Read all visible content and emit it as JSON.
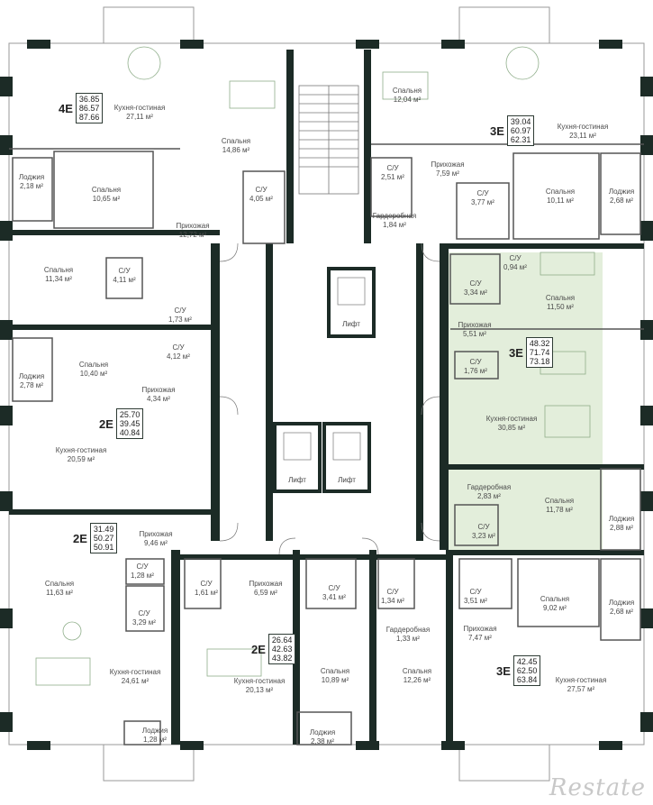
{
  "plan": {
    "highlight_color": "#e3eedb",
    "wall_color": "#1c2b26",
    "apartments": [
      {
        "id": "4e-top-left",
        "code": "4E",
        "areas": [
          "36.85",
          "86.57",
          "87.66"
        ]
      },
      {
        "id": "3e-top-right",
        "code": "3E",
        "areas": [
          "39.04",
          "60.97",
          "62.31"
        ]
      },
      {
        "id": "3e-highlight",
        "code": "3E",
        "areas": [
          "48.32",
          "71.74",
          "73.18"
        ],
        "highlighted": true
      },
      {
        "id": "2e-mid-left",
        "code": "2E",
        "areas": [
          "25.70",
          "39.45",
          "40.84"
        ]
      },
      {
        "id": "2e-low-left",
        "code": "2E",
        "areas": [
          "31.49",
          "50.27",
          "50.91"
        ]
      },
      {
        "id": "2e-bottom-center",
        "code": "2E",
        "areas": [
          "26.64",
          "42.63",
          "43.82"
        ]
      },
      {
        "id": "3e-bottom-right",
        "code": "3E",
        "areas": [
          "42.45",
          "62.50",
          "63.84"
        ]
      }
    ],
    "rooms": [
      {
        "name": "Кухня-гостиная",
        "area": "27,11 м²"
      },
      {
        "name": "Спальня",
        "area": "14,86 м²"
      },
      {
        "name": "Спальня",
        "area": "12,04 м²"
      },
      {
        "name": "Кухня-гостиная",
        "area": "23,11 м²"
      },
      {
        "name": "Лоджия",
        "area": "2,18 м²"
      },
      {
        "name": "Спальня",
        "area": "10,65 м²"
      },
      {
        "name": "С/У",
        "area": "4,05 м²"
      },
      {
        "name": "С/У",
        "area": "2,51 м²"
      },
      {
        "name": "Прихожая",
        "area": "7,59 м²"
      },
      {
        "name": "С/У",
        "area": "3,77 м²"
      },
      {
        "name": "Спальня",
        "area": "10,11 м²"
      },
      {
        "name": "Лоджия",
        "area": "2,68 м²"
      },
      {
        "name": "Прихожая",
        "area": "12,72 м²"
      },
      {
        "name": "Гардеробная",
        "area": "1,84 м²"
      },
      {
        "name": "Спальня",
        "area": "11,34 м²"
      },
      {
        "name": "С/У",
        "area": "4,11 м²"
      },
      {
        "name": "С/У",
        "area": "0,94 м²"
      },
      {
        "name": "С/У",
        "area": "3,34 м²"
      },
      {
        "name": "Спальня",
        "area": "11,50 м²"
      },
      {
        "name": "С/У",
        "area": "1,73 м²"
      },
      {
        "name": "Прихожая",
        "area": "5,51 м²"
      },
      {
        "name": "Спальня",
        "area": "10,40 м²"
      },
      {
        "name": "С/У",
        "area": "4,12 м²"
      },
      {
        "name": "Лоджия",
        "area": "2,78 м²"
      },
      {
        "name": "С/У",
        "area": "1,76 м²"
      },
      {
        "name": "Прихожая",
        "area": "4,34 м²"
      },
      {
        "name": "Кухня-гостиная",
        "area": "30,85 м²"
      },
      {
        "name": "Кухня-гостиная",
        "area": "20,59 м²"
      },
      {
        "name": "Гардеробная",
        "area": "2,83 м²"
      },
      {
        "name": "Спальня",
        "area": "11,78 м²"
      },
      {
        "name": "Лоджия",
        "area": "2,88 м²"
      },
      {
        "name": "С/У",
        "area": "3,23 м²"
      },
      {
        "name": "Прихожая",
        "area": "9,46 м²"
      },
      {
        "name": "Спальня",
        "area": "11,63 м²"
      },
      {
        "name": "С/У",
        "area": "1,28 м²"
      },
      {
        "name": "С/У",
        "area": "1,61 м²"
      },
      {
        "name": "Прихожая",
        "area": "6,59 м²"
      },
      {
        "name": "С/У",
        "area": "3,41 м²"
      },
      {
        "name": "С/У",
        "area": "1,34 м²"
      },
      {
        "name": "С/У",
        "area": "3,51 м²"
      },
      {
        "name": "Спальня",
        "area": "9,02 м²"
      },
      {
        "name": "Лоджия",
        "area": "2,68 м²"
      },
      {
        "name": "С/У",
        "area": "3,29 м²"
      },
      {
        "name": "Гардеробная",
        "area": "1,33 м²"
      },
      {
        "name": "Прихожая",
        "area": "7,47 м²"
      },
      {
        "name": "Кухня-гостиная",
        "area": "24,61 м²"
      },
      {
        "name": "Кухня-гостиная",
        "area": "20,13 м²"
      },
      {
        "name": "Спальня",
        "area": "10,89 м²"
      },
      {
        "name": "Спальня",
        "area": "12,26 м²"
      },
      {
        "name": "Кухня-гостиная",
        "area": "27,57 м²"
      },
      {
        "name": "Лоджия",
        "area": "1,28 м²"
      },
      {
        "name": "Лоджия",
        "area": "2,38 м²"
      }
    ],
    "lifts": [
      "Лифт",
      "Лифт",
      "Лифт"
    ],
    "watermark": "Restate"
  }
}
